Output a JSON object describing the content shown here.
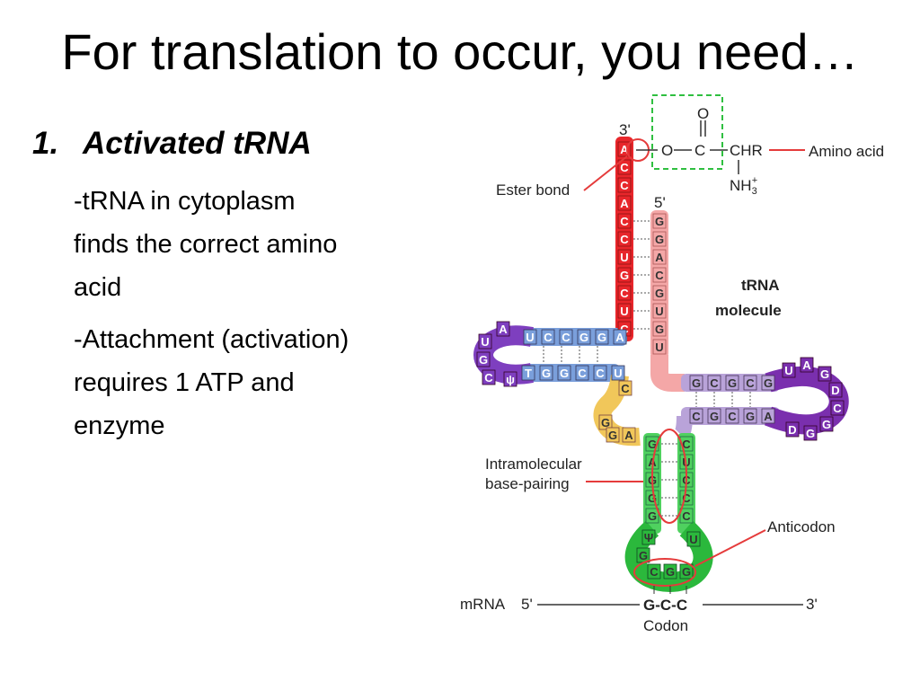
{
  "slide": {
    "title": "For translation to occur, you need…",
    "bullet": {
      "number": "1.",
      "heading": "Activated tRNA"
    },
    "sub1_lines": [
      "-tRNA in cytoplasm",
      "finds the correct amino",
      "acid"
    ],
    "sub2_lines": [
      "-Attachment (activation)",
      "requires 1 ATP and",
      "enzyme"
    ]
  },
  "diagram": {
    "labels": {
      "three_prime": "3'",
      "five_prime": "5'",
      "amino_acid": "Amino acid",
      "ester_bond": "Ester bond",
      "trna_molecule_1": "tRNA",
      "trna_molecule_2": "molecule",
      "intramolecular_1": "Intramolecular",
      "intramolecular_2": "base-pairing",
      "anticodon": "Anticodon",
      "mrna": "mRNA",
      "mrna_5": "5'",
      "mrna_3": "3'",
      "codon": "Codon",
      "codon_seq": "G-C-C",
      "chem_o_top": "O",
      "chem_o_left": "O",
      "chem_c": "C",
      "chem_chr": "CHR",
      "chem_nh3": "NH",
      "chem_nh3_sup": "+",
      "chem_nh3_sub": "3"
    },
    "acceptor_3": [
      "A",
      "C",
      "C",
      "A",
      "C",
      "C",
      "U",
      "G",
      "C",
      "U",
      "C"
    ],
    "acceptor_5": [
      "G",
      "G",
      "A",
      "C",
      "G",
      "U",
      "G",
      "U"
    ],
    "d_stem_top": [
      "U",
      "C",
      "C",
      "G",
      "G",
      "A"
    ],
    "d_loop": [
      "A",
      "U",
      "G",
      "C"
    ],
    "d_stem_bottom": [
      "T",
      "G",
      "G",
      "C",
      "C",
      "U"
    ],
    "psi": "ψ",
    "t_stem_top": [
      "G",
      "C",
      "G",
      "C",
      "G"
    ],
    "t_loop": [
      "U",
      "A",
      "G",
      "D",
      "C",
      "G",
      "G",
      "D"
    ],
    "t_stem_bottom": [
      "C",
      "G",
      "C",
      "G",
      "A"
    ],
    "var_region": [
      "C",
      "G",
      "G",
      "A"
    ],
    "ac_stem_left": [
      "G",
      "A",
      "G",
      "G",
      "G"
    ],
    "ac_stem_right": [
      "C",
      "U",
      "C",
      "C",
      "C"
    ],
    "ac_loop_left": [
      "Ψ",
      "G"
    ],
    "ac_loop_right": [
      "U"
    ],
    "anticodon_bases": [
      "C",
      "G",
      "G"
    ],
    "colors": {
      "acceptor": "#e8262b",
      "acceptor_5": "#f4a7a7",
      "d_arm": "#7a9fdb",
      "d_loop": "#7e3fbf",
      "t_arm": "#b9a3d9",
      "t_loop": "#7a2fae",
      "variable": "#f1c75a",
      "anticodon_arm": "#4fd15f",
      "anticodon_loop": "#2bb83c",
      "highlight": "#e53b3b",
      "ester_box": "#2fbf40"
    }
  }
}
